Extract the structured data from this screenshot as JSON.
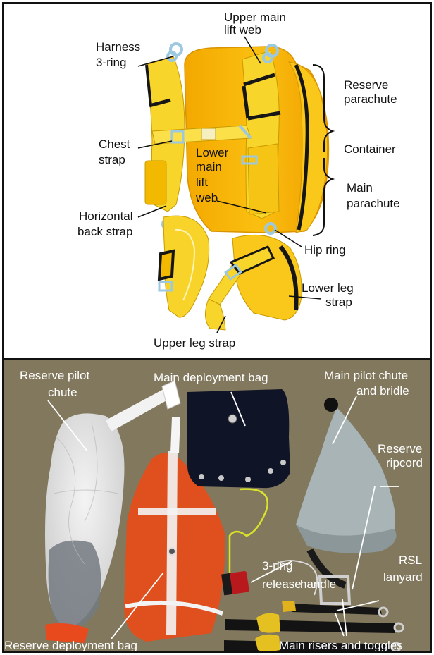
{
  "colors": {
    "harness_yellow": "#f7d11a",
    "container_orange": "#f5b400",
    "photo_background": "#8a7f63",
    "reserve_bag_orange": "#e0501e",
    "black_strap": "#141414",
    "hardware_blue": "#9cc8e0"
  },
  "diagram": {
    "labels": {
      "upper_main_lift_web": [
        "Upper main",
        "lift web"
      ],
      "harness_3_ring": [
        "Harness",
        "3-ring"
      ],
      "reserve_parachute": [
        "Reserve",
        "parachute"
      ],
      "chest_strap": [
        "Chest",
        "strap"
      ],
      "container": "Container",
      "lower_main_lift_web": [
        "Lower",
        "main",
        "lift",
        "web"
      ],
      "main_parachute": [
        "Main",
        "parachute"
      ],
      "horizontal_back_strap": [
        "Horizontal",
        "back strap"
      ],
      "hip_ring": "Hip ring",
      "lower_leg_strap": [
        "Lower leg",
        "strap"
      ],
      "upper_leg_strap": "Upper leg strap"
    }
  },
  "photo": {
    "labels": {
      "reserve_pilot_chute": [
        "Reserve pilot",
        "chute"
      ],
      "main_deployment_bag": "Main deployment bag",
      "main_pilot_chute": [
        "Main pilot chute",
        "and bridle"
      ],
      "reserve_ripcord": [
        "Reserve",
        "ripcord"
      ],
      "three_ring_release": [
        "3-ring",
        "release"
      ],
      "handle": "handle",
      "rsl_lanyard": [
        "RSL",
        "lanyard"
      ],
      "reserve_deployment_bag": "Reserve deployment bag",
      "main_risers_and_toggles": "Main risers and toggles"
    }
  }
}
